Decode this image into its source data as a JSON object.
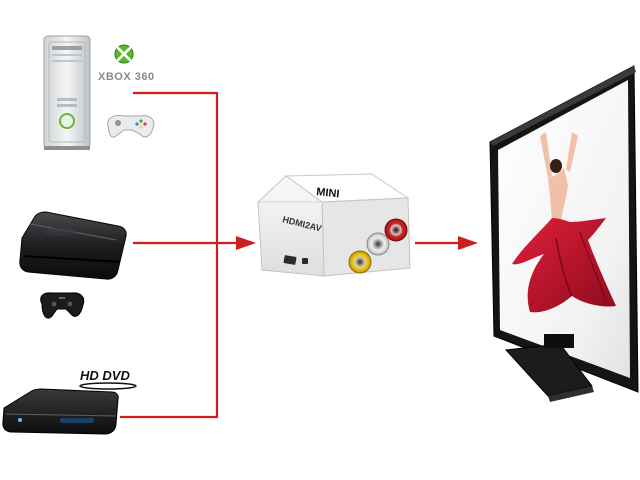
{
  "labels": {
    "xbox_brand": "XBOX 360",
    "hddvd_brand": "HD DVD",
    "converter_brand": "MINI",
    "converter_model": "HDMI2AV"
  },
  "devices": [
    {
      "name": "xbox-360-console",
      "icon": "xbox-console-icon"
    },
    {
      "name": "playstation-3-console",
      "icon": "ps3-console-icon"
    },
    {
      "name": "hd-dvd-player",
      "icon": "dvd-player-icon"
    },
    {
      "name": "mini-hdmi-to-av-converter",
      "icon": "converter-box-icon"
    },
    {
      "name": "flat-screen-tv",
      "icon": "television-icon"
    }
  ],
  "colors": {
    "connector_line": "#cc1f1f",
    "tv_frame": "#1a1a1a",
    "tv_dress": "#c8102e",
    "console_black": "#1c1c1e",
    "xbox_green": "#5cb82b",
    "converter_white": "#f2f2f2"
  }
}
